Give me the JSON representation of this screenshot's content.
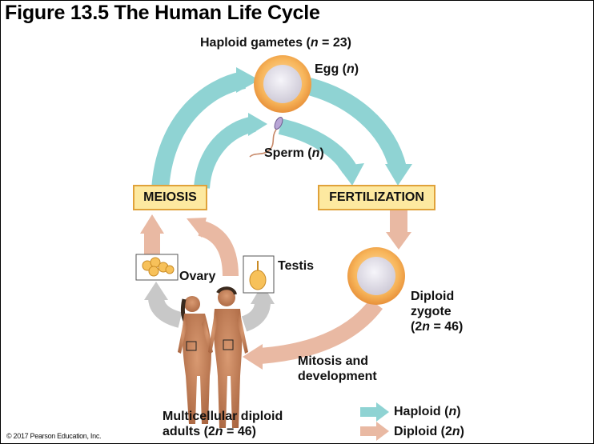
{
  "title": "Figure 13.5 The Human Life Cycle",
  "labels": {
    "gametes_pre": "Haploid gametes (",
    "gametes_n": "n",
    "gametes_post": " = 23)",
    "egg_pre": "Egg (",
    "egg_n": "n",
    "egg_post": ")",
    "sperm_pre": "Sperm (",
    "sperm_n": "n",
    "sperm_post": ")",
    "meiosis": "MEIOSIS",
    "fertilization": "FERTILIZATION",
    "ovary": "Ovary",
    "testis": "Testis",
    "zygote_line1": "Diploid",
    "zygote_line2": "zygote",
    "zygote_line3_pre": "(2",
    "zygote_line3_n": "n",
    "zygote_line3_post": " = 46)",
    "mitosis_line1": "Mitosis and",
    "mitosis_line2": "development",
    "adults_line1": "Multicellular diploid",
    "adults_line2_pre": "adults (2",
    "adults_line2_n": "n",
    "adults_line2_post": " = 46)"
  },
  "legend": {
    "haploid_pre": "Haploid (",
    "haploid_n": "n",
    "haploid_post": ")",
    "diploid_pre": "Diploid (2",
    "diploid_n": "n",
    "diploid_post": ")"
  },
  "colors": {
    "haploid": "#8fd3d3",
    "diploid": "#e9b9a3",
    "cell_outer": "#f5a94a",
    "cell_inner": "#e9e6ef",
    "box_fill": "#fde9a0",
    "box_border": "#e0a23a"
  },
  "copyright": "© 2017 Pearson Education, Inc."
}
